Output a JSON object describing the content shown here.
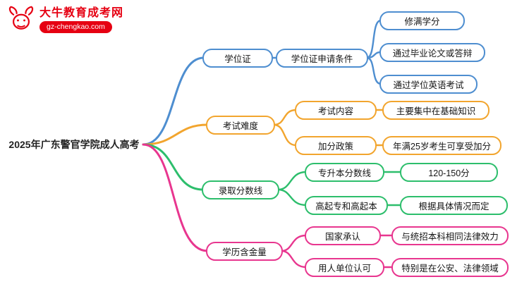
{
  "logo": {
    "title": "大牛教育成考网",
    "url": "gz-chengkao.com",
    "icon": "bull-logo"
  },
  "root": {
    "label": "2025年广东警官学院成人高考"
  },
  "colors": {
    "blue": "#4e8ed0",
    "orange": "#f2a52e",
    "green": "#2dbe6c",
    "pink": "#e8368f",
    "logo_red": "#e60012",
    "background": "#ffffff"
  },
  "branches": [
    {
      "label": "学位证",
      "color": "#4e8ed0",
      "child": {
        "label": "学位证申请条件",
        "leaves": [
          "修满学分",
          "通过毕业论文或答辩",
          "通过学位英语考试"
        ]
      }
    },
    {
      "label": "考试难度",
      "color": "#f2a52e",
      "pairs": [
        {
          "key": "考试内容",
          "value": "主要集中在基础知识"
        },
        {
          "key": "加分政策",
          "value": "年满25岁考生可享受加分"
        }
      ]
    },
    {
      "label": "录取分数线",
      "color": "#2dbe6c",
      "pairs": [
        {
          "key": "专升本分数线",
          "value": "120-150分"
        },
        {
          "key": "高起专和高起本",
          "value": "根据具体情况而定"
        }
      ]
    },
    {
      "label": "学历含金量",
      "color": "#e8368f",
      "pairs": [
        {
          "key": "国家承认",
          "value": "与统招本科相同法律效力"
        },
        {
          "key": "用人单位认可",
          "value": "特别是在公安、法律领域"
        }
      ]
    }
  ]
}
